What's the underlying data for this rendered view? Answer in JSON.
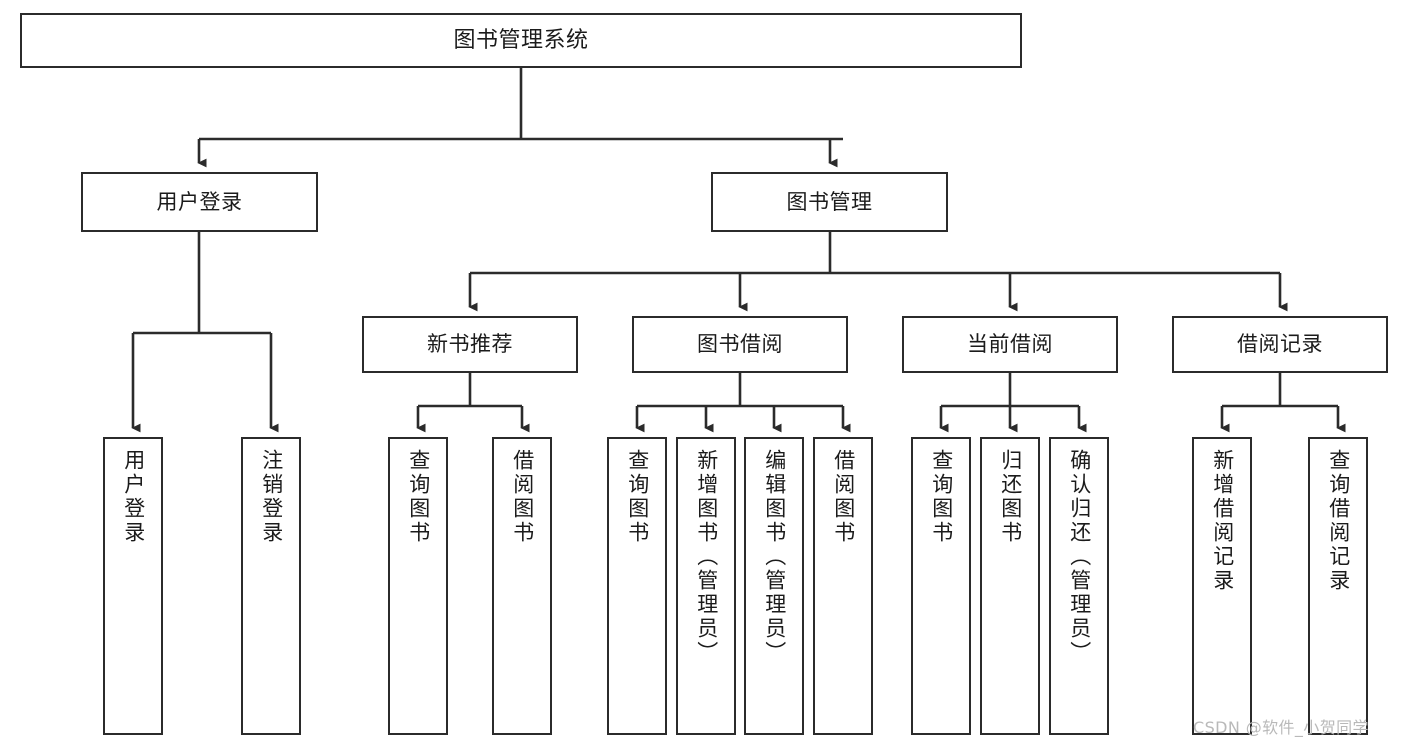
{
  "diagram": {
    "title": "图书管理系统",
    "type": "hierarchy-tree",
    "watermark": "CSDN @软件_小贺同学",
    "colors": {
      "stroke": "#2b2b2b",
      "fill": "#ffffff",
      "text": "#1b1b1b",
      "watermark": "#b9b9b9"
    },
    "nodes": {
      "root": {
        "label": "图书管理系统"
      },
      "level2": [
        {
          "id": "user-login",
          "label": "用户登录"
        },
        {
          "id": "book-manage",
          "label": "图书管理"
        }
      ],
      "level3": [
        {
          "id": "new-book-recommend",
          "label": "新书推荐"
        },
        {
          "id": "book-borrow",
          "label": "图书借阅"
        },
        {
          "id": "current-borrow",
          "label": "当前借阅"
        },
        {
          "id": "borrow-record",
          "label": "借阅记录"
        }
      ],
      "leaves": {
        "user-login": [
          {
            "id": "leaf-user-login",
            "label": "用户登录"
          },
          {
            "id": "leaf-logout",
            "label": "注销登录"
          }
        ],
        "new-book-recommend": [
          {
            "id": "leaf-query-book-1",
            "label": "查询图书"
          },
          {
            "id": "leaf-borrow-book-1",
            "label": "借阅图书"
          }
        ],
        "book-borrow": [
          {
            "id": "leaf-query-book-2",
            "label": "查询图书"
          },
          {
            "id": "leaf-add-book",
            "label": "新增图书（管理员）"
          },
          {
            "id": "leaf-edit-book",
            "label": "编辑图书（管理员）"
          },
          {
            "id": "leaf-borrow-book-2",
            "label": "借阅图书"
          }
        ],
        "current-borrow": [
          {
            "id": "leaf-query-book-3",
            "label": "查询图书"
          },
          {
            "id": "leaf-return-book",
            "label": "归还图书"
          },
          {
            "id": "leaf-confirm-return",
            "label": "确认归还（管理员）"
          }
        ],
        "borrow-record": [
          {
            "id": "leaf-add-record",
            "label": "新增借阅记录"
          },
          {
            "id": "leaf-query-record",
            "label": "查询借阅记录"
          }
        ]
      }
    }
  }
}
